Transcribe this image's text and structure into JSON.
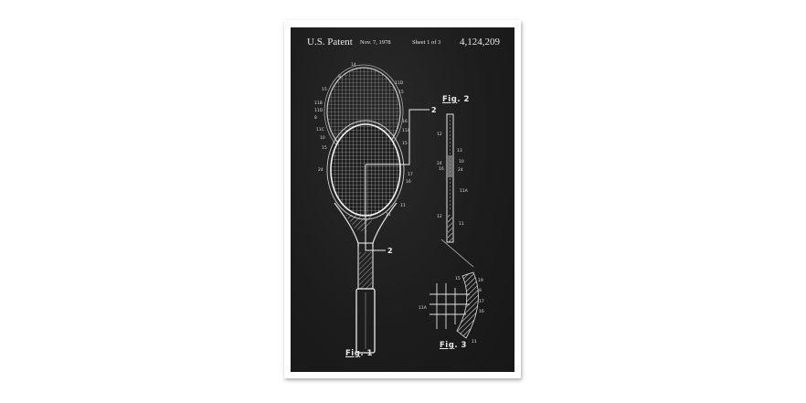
{
  "header": {
    "patent_label": "U.S. Patent",
    "date": "Nov. 7, 1978",
    "sheet": "Sheet 1 of 3",
    "patent_number": "4,124,209"
  },
  "figures": {
    "fig1": {
      "label": "Fig",
      "suffix": ". 1"
    },
    "fig2": {
      "label": "Fig",
      "suffix": ". 2"
    },
    "fig3": {
      "label": "Fig",
      "suffix": ". 3"
    }
  },
  "callouts": {
    "section_marker": "2",
    "fig1_labels": [
      "14",
      "8",
      "15",
      "11B",
      "11D",
      "8",
      "11C",
      "10",
      "15",
      "24",
      "11D",
      "15",
      "16",
      "11A",
      "15",
      "17",
      "16",
      "11",
      "11"
    ],
    "fig2_labels": [
      "12",
      "13",
      "10",
      "24",
      "16",
      "24",
      "11A",
      "12",
      "11"
    ],
    "fig3_labels": [
      "15",
      "19",
      "8",
      "11A",
      "17",
      "16",
      "11"
    ]
  },
  "colors": {
    "board": "#1e1e1e",
    "frame": "#ffffff",
    "ink": "#e8e8e8"
  }
}
